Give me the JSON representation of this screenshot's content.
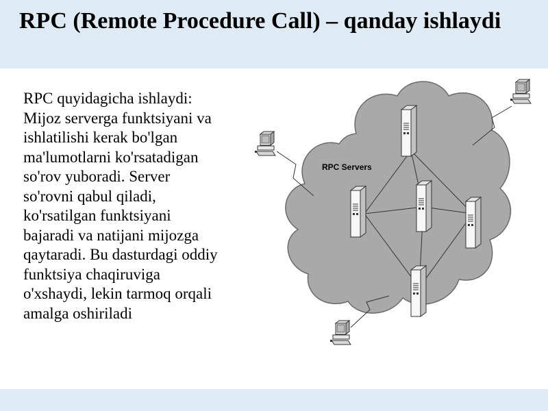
{
  "slide": {
    "title": "RPC (Remote Procedure Call) – qanday ishlaydi",
    "body_lines": [
      "RPC quyidagicha ishlaydi:",
      "Mijoz serverga funktsiyani va",
      "ishlatilishi kerak bo'lgan",
      "ma'lumotlarni ko'rsatadigan",
      "so'rov yuboradi. Server",
      "so'rovni qabul qiladi,",
      "ko'rsatilgan funktsiyani",
      "bajaradi va natijani mijozga",
      "qaytaradi. Bu dasturdagi oddiy",
      "funktsiya chaqiruviga",
      "o'xshaydi, lekin tarmoq orqali",
      "amalga oshiriladi"
    ]
  },
  "diagram": {
    "cloud_label": "RPC Servers",
    "colors": {
      "cloud_fill": "#a9a9a9",
      "cloud_stroke": "#6a6a6a",
      "header_band": "#deebf5"
    },
    "icons": [
      "server-icon",
      "client-computer-icon",
      "lightning-link-icon"
    ]
  }
}
